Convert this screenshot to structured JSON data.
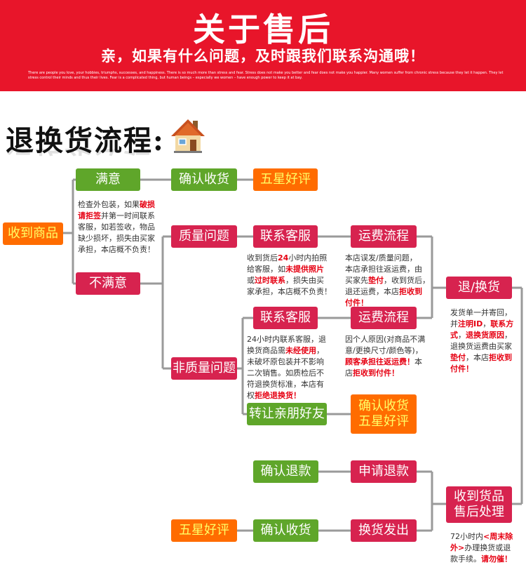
{
  "banner": {
    "title": "关于售后",
    "subtitle": "亲，如果有什么问题，及时跟我们联系沟通哦！",
    "small_text": "There are people you love, your hobbies, triumphs, successes, and happiness. There is so much more than stress and fear. Stress does not make you better and fear does not make you happier. Many women suffer from chronic stress because they let it happen. They let stress control their minds and thus their lives. Fear is a complicated thing, but human beings – especially we women – have enough power to keep it at bay."
  },
  "section": {
    "title": "退换货流程:"
  },
  "colors": {
    "banner_red": "#e8152a",
    "green": "#5fa62a",
    "red": "#d7234f",
    "orange": "#ff6c00",
    "highlight": "#e60012"
  },
  "icons": {
    "house": "house-icon"
  },
  "nodes": {
    "start": "收到商品",
    "satisfied": "满意",
    "confirm_top": "确认收货",
    "five_star_top": "五星好评",
    "unsatisfied": "不满意",
    "quality": "质量问题",
    "contact1": "联系客服",
    "freight1": "运费流程",
    "return_exchange": "退/换货",
    "non_quality": "非质量问题",
    "contact2": "联系客服",
    "freight2": "运费流程",
    "transfer": "转让亲朋好友",
    "confirm_mid": "确认收货",
    "five_star_mid": "五星好评",
    "confirm_refund": "确认退款",
    "apply_refund": "申请退款",
    "received_line1": "收到货品",
    "received_line2": "售后处理",
    "five_star_bottom": "五星好评",
    "confirm_bottom": "确认收货",
    "exchange_ship": "换货发出"
  },
  "notes": {
    "inspect": [
      [
        "检查外包装，如果",
        "破损"
      ],
      [
        "请拒签",
        "并第一时间联系"
      ],
      [
        "客服，如若签收，物品"
      ],
      [
        "缺少损坏，损失由买家"
      ],
      [
        "承担，本店概不负责！"
      ]
    ],
    "quality": [
      [
        "收到货后",
        "24",
        "小时内拍照"
      ],
      [
        "给客服，如",
        "未提供照片"
      ],
      [
        "或",
        "过时联系",
        "，损失由买"
      ],
      [
        "家承担，本店概不负责！"
      ]
    ],
    "freight1": [
      [
        "本店误发/质量问题，"
      ],
      [
        "本店承担往返运费，由"
      ],
      [
        "买家先",
        "垫付",
        "，收到货后，"
      ],
      [
        "退还运费，本店",
        "拒收到"
      ],
      [
        "付件！"
      ]
    ],
    "return": [
      [
        "发货单一并寄回，"
      ],
      [
        "并",
        "注明ID",
        "，",
        "联系方"
      ],
      [
        "式",
        "，",
        "退换货原因",
        "，"
      ],
      [
        "退换货运费由买家"
      ],
      [
        "垫付",
        "，本店",
        "拒收到"
      ],
      [
        "付件！"
      ]
    ],
    "non_quality": [
      [
        "24小时内联系客服，退"
      ],
      [
        "换货商品需",
        "未经使用",
        "，"
      ],
      [
        "未破坏原包装并不影响"
      ],
      [
        "二次销售。如质检后不"
      ],
      [
        "符退换货标准，本店有"
      ],
      [
        "权",
        "拒绝退换货！"
      ]
    ],
    "freight2": [
      [
        "因个人原因(对商品不满"
      ],
      [
        "意/更换尺寸/颜色等)，"
      ],
      [
        "顾客承担往返运费！",
        "本"
      ],
      [
        "店",
        "拒收到付件！"
      ]
    ],
    "process": [
      [
        "72小时内",
        "<周末除"
      ],
      [
        "外>",
        "办理换货或退"
      ],
      [
        "款手续。",
        "请勿催！"
      ]
    ]
  }
}
